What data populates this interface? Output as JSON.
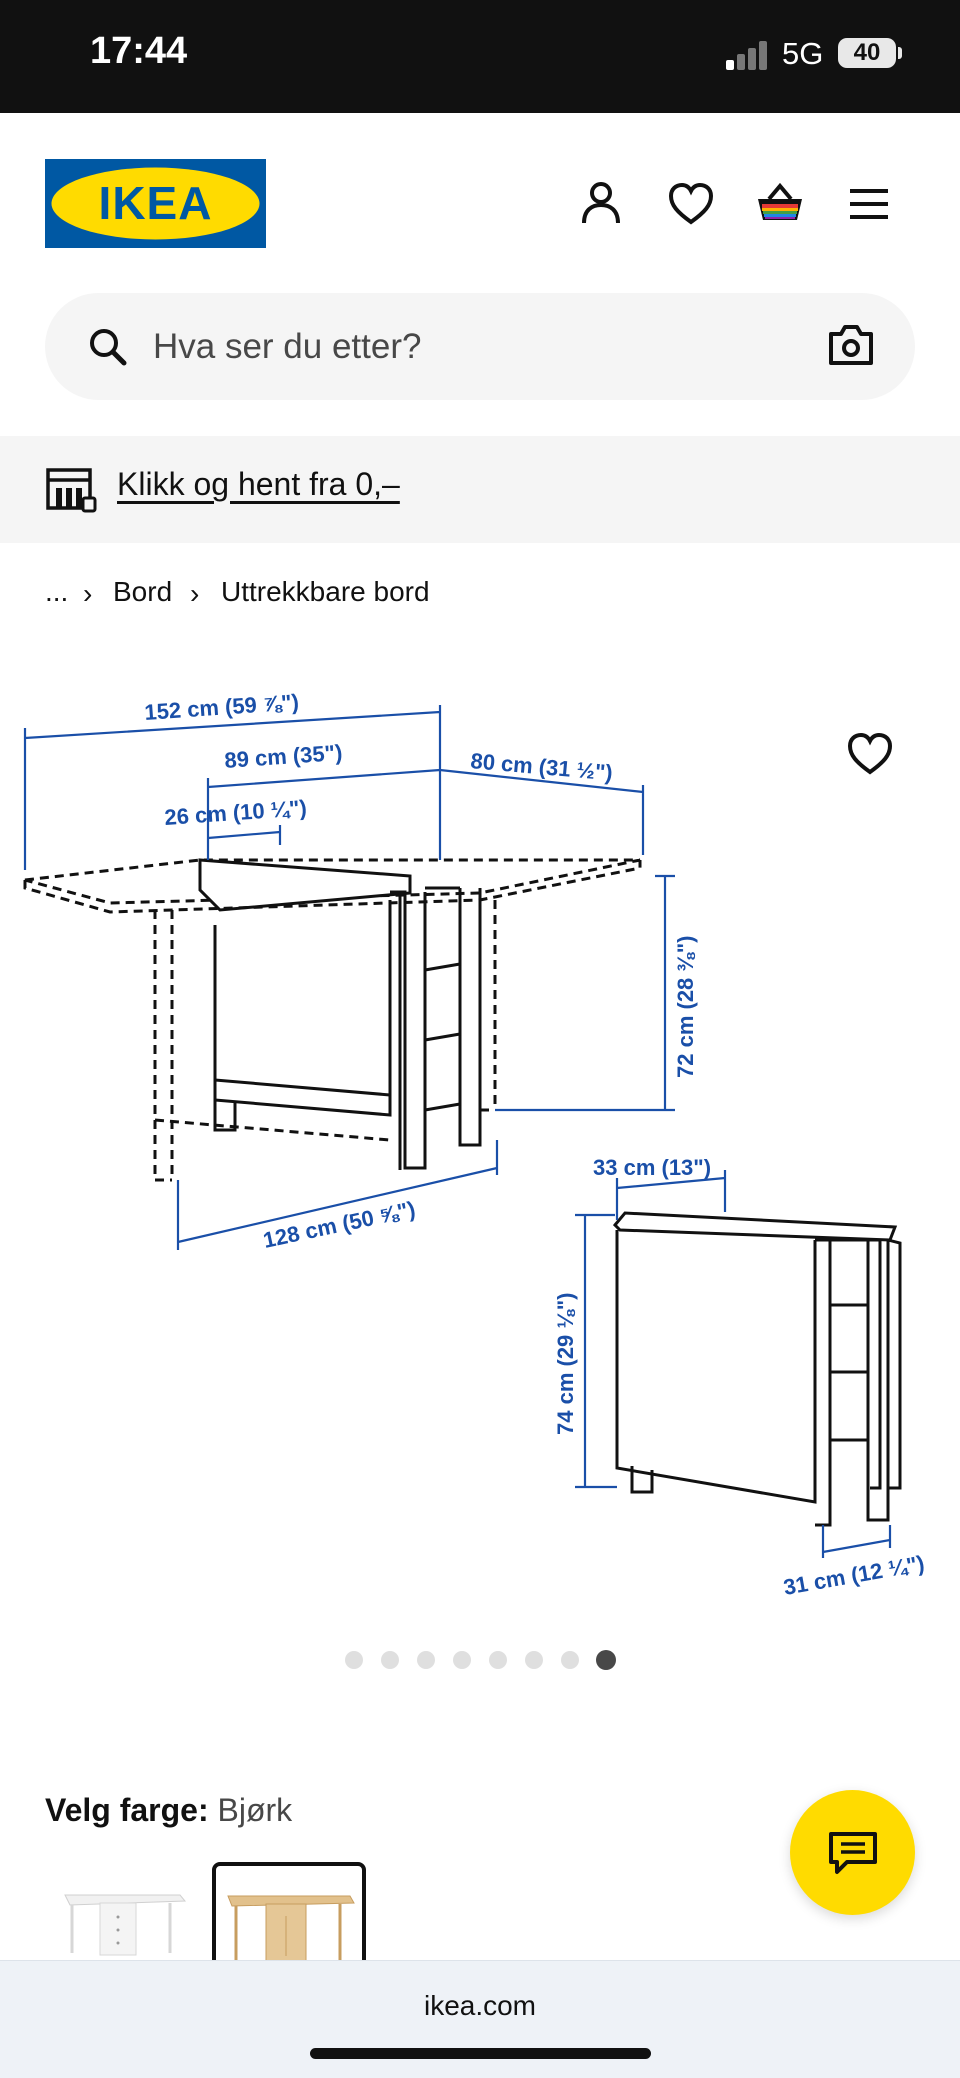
{
  "status_bar": {
    "time": "17:44",
    "network": "5G",
    "battery": "40"
  },
  "header": {
    "logo_text": "IKEA",
    "icons": [
      "user-icon",
      "heart-icon",
      "basket-icon",
      "menu-icon"
    ]
  },
  "search": {
    "placeholder": "Hva ser du etter?"
  },
  "promo": {
    "text": "Klikk og hent fra 0,–"
  },
  "breadcrumb": {
    "items": [
      "...",
      "Bord",
      "Uttrekkbare bord"
    ]
  },
  "product_image": {
    "dimensions": {
      "total_length": "152 cm (59 ⅞\")",
      "middle_length": "89 cm (35\")",
      "leaf_length": "80 cm (31 ½\")",
      "center_section": "26 cm (10 ¼\")",
      "height": "72 cm (28 ⅜\")",
      "width": "128 cm (50 ⅝\")",
      "folded_width": "33 cm (13\")",
      "folded_height": "74 cm (29 ⅛\")",
      "folded_depth": "31 cm (12 ¼\")"
    },
    "carousel": {
      "count": 8,
      "active_index": 7
    }
  },
  "color_select": {
    "label": "Velg farge:",
    "value": "Bjørk"
  },
  "browser": {
    "url": "ikea.com"
  },
  "colors": {
    "ikea_blue": "#0058a3",
    "ikea_yellow": "#ffdb00",
    "dimension_blue": "#1a4fa8"
  }
}
